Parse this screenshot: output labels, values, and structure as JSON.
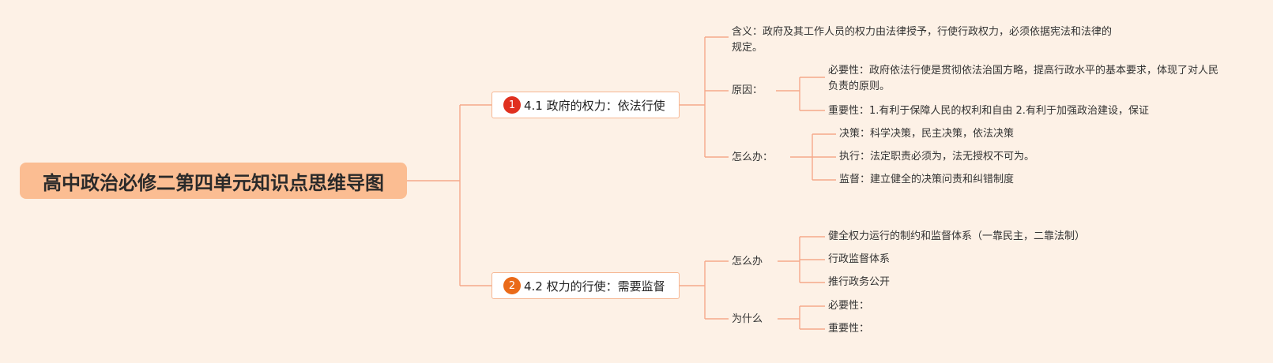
{
  "root": {
    "title": "高中政治必修二第四单元知识点思维导图"
  },
  "branch1": {
    "number": "1",
    "label": "4.1 政府的权力：依法行使",
    "meaning": "含义：政府及其工作人员的权力由法律授予，行使行政权力，必须依据宪法和法律的规定。",
    "reason": {
      "label": "原因：",
      "necessity": "必要性：政府依法行使是贯彻依法治国方略，提高行政水平的基本要求，体现了对人民负责的原则。",
      "importance": "重要性：1.有利于保障人民的权利和自由 2.有利于加强政治建设，保证"
    },
    "how": {
      "label": "怎么办：",
      "items": [
        "决策：科学决策，民主决策，依法决策",
        "执行：法定职责必须为，法无授权不可为。",
        "监督：建立健全的决策问责和纠错制度"
      ]
    }
  },
  "branch2": {
    "number": "2",
    "label": "4.2 权力的行使：需要监督",
    "how": {
      "label": "怎么办",
      "items": [
        "健全权力运行的制约和监督体系（一靠民主，二靠法制）",
        "行政监督体系",
        "推行政务公开"
      ]
    },
    "why": {
      "label": "为什么",
      "items": [
        "必要性：",
        "重要性："
      ]
    }
  },
  "colors": {
    "background": "#fdf1e6",
    "root_fill": "#fbbd92",
    "connector": "#f5a98a",
    "badge1": "#e0301e",
    "badge2": "#ea6a18"
  }
}
